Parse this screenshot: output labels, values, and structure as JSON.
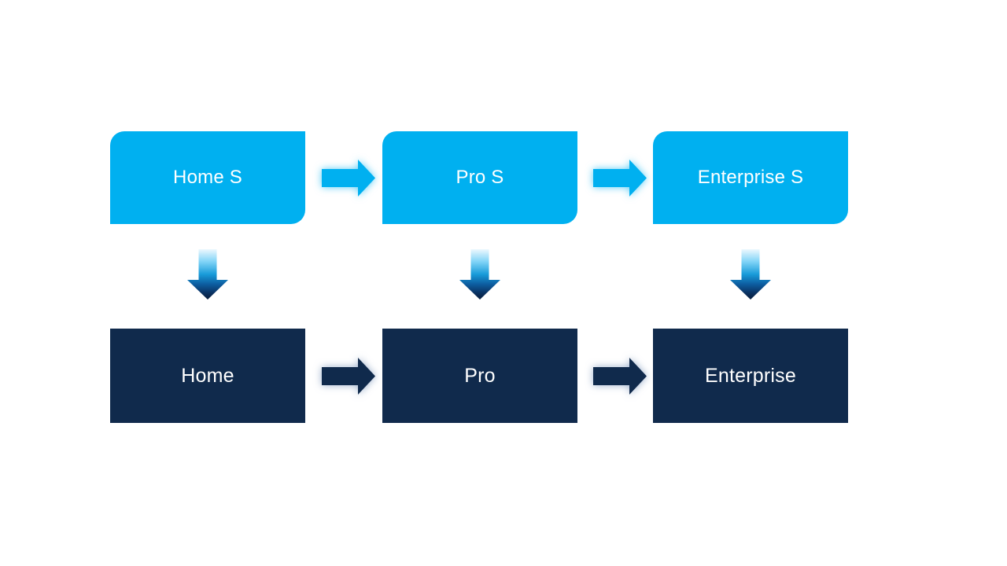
{
  "diagram": {
    "type": "process-flow",
    "colors": {
      "light_blue": "#00B0F0",
      "dark_navy": "#102A4C",
      "text_color": "#FFFFFF",
      "canvas_bg": "#FFFFFF"
    },
    "flow": {
      "top_row": [
        {
          "label": "Home S"
        },
        {
          "label": "Pro S"
        },
        {
          "label": "Enterprise S"
        }
      ],
      "bottom_row": [
        {
          "label": "Home"
        },
        {
          "label": "Pro"
        },
        {
          "label": "Enterprise"
        }
      ],
      "icons": {
        "horizontal": "right-arrow-icon",
        "vertical": "down-arrow-icon"
      }
    }
  }
}
